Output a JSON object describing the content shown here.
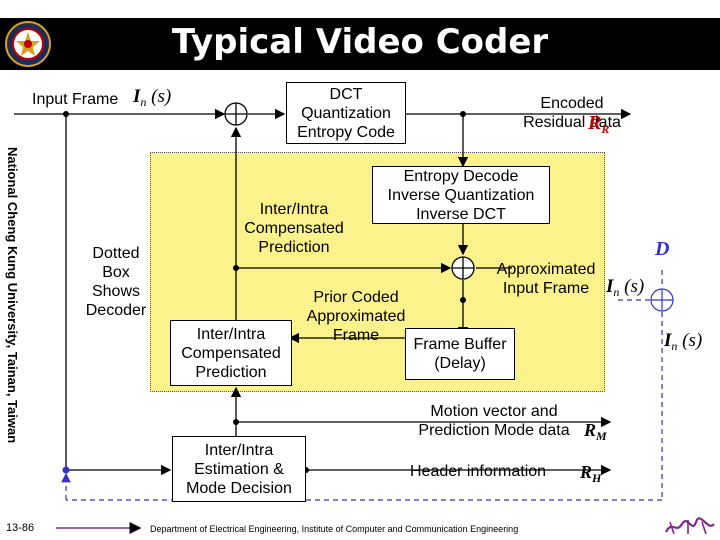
{
  "header": {
    "title": "Typical Video Coder"
  },
  "sidebar": {
    "vertical_text": "National Cheng Kung University, Tainan, Taiwan"
  },
  "diagram": {
    "input_frame": "Input Frame",
    "input_symbol": "I",
    "input_symbol_sub": "n",
    "input_symbol_arg": "(s)",
    "dct_box": [
      "DCT",
      "Quantization",
      "Entropy Code"
    ],
    "encoded_data": [
      "Encoded",
      "Residual data"
    ],
    "residual_symbol": "R",
    "residual_symbol_sub": "R",
    "dotted_label": [
      "Dotted",
      "Box",
      "Shows",
      "Decoder"
    ],
    "decode_box": [
      "Entropy Decode",
      "Inverse Quantization",
      "Inverse DCT"
    ],
    "inter_pred_top": [
      "Inter/Intra",
      "Compensated",
      "Prediction"
    ],
    "d_label": "D",
    "approx_input": [
      "Approximated",
      "Input Frame"
    ],
    "approx_symbol": "I",
    "approx_symbol_sub": "n",
    "approx_symbol_arg": "(s)",
    "prior_coded": [
      "Prior Coded",
      "Approximated",
      "Frame"
    ],
    "inter_pred_box": [
      "Inter/Intra",
      "Compensated",
      "Prediction"
    ],
    "frame_buffer": [
      "Frame Buffer",
      "(Delay)"
    ],
    "right_symbol": "I",
    "right_symbol_sub": "n",
    "right_symbol_arg": "(s)",
    "motion_vector": [
      "Motion vector and",
      "Prediction Mode data"
    ],
    "motion_symbol": "R",
    "motion_symbol_sub": "M",
    "estimation_box": [
      "Inter/Intra",
      "Estimation &",
      "Mode Decision"
    ],
    "header_info": "Header information",
    "header_symbol": "R",
    "header_symbol_sub": "H"
  },
  "footer": {
    "page_number": "13-86",
    "department": "Department of Electrical Engineering, Institute of Computer and Communication Engineering"
  },
  "colors": {
    "decoder_fill": "#fbf28c",
    "arrow_blue": "#3333cc",
    "red": "#c00000",
    "footer_purple": "#7a2a8a"
  }
}
